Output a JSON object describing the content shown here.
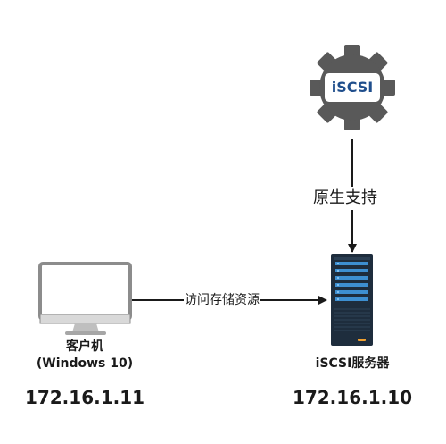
{
  "iscsi_badge": {
    "text": "iSCSI"
  },
  "link_vertical": {
    "label": "原生支持"
  },
  "link_horizontal": {
    "label": "访问存储资源"
  },
  "client": {
    "name": "客户机",
    "os": "(Windows 10)",
    "ip": "172.16.1.11"
  },
  "server": {
    "name": "iSCSI服务器",
    "ip": "172.16.1.10"
  },
  "colors": {
    "gear": "#595959",
    "badge_text": "#1f4e8c",
    "monitor": "#8c8c8c",
    "server_body": "#1e2d3d",
    "server_panel": "#3d8fd1",
    "server_led": "#f0a030",
    "arrow": "#1a1a1a"
  }
}
